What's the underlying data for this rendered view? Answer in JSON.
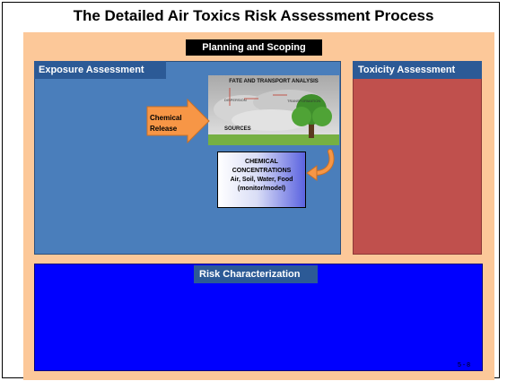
{
  "title": "The Detailed Air Toxics Risk Assessment Process",
  "planning": "Planning and Scoping",
  "exposure": "Exposure Assessment",
  "toxicity": "Toxicity Assessment",
  "risk": "Risk Characterization",
  "fate": {
    "title": "FATE AND TRANSPORT ANALYSIS",
    "dispersion": "DISPERSION",
    "transformation": "TRANSFORMATION",
    "sources": "SOURCES"
  },
  "release": {
    "line1": "Chemical",
    "line2": "Release"
  },
  "concentrations": {
    "line1": "CHEMICAL",
    "line2": "CONCENTRATIONS",
    "line3": "Air, Soil, Water, Food",
    "line4": "(monitor/model)"
  },
  "page_number": "5 - 8",
  "colors": {
    "background_panel": "#fcc899",
    "exposure": "#4a7ebb",
    "toxicity": "#c0504d",
    "risk": "#0000ff",
    "label": "#2c5a96",
    "arrow": "#f79646"
  }
}
